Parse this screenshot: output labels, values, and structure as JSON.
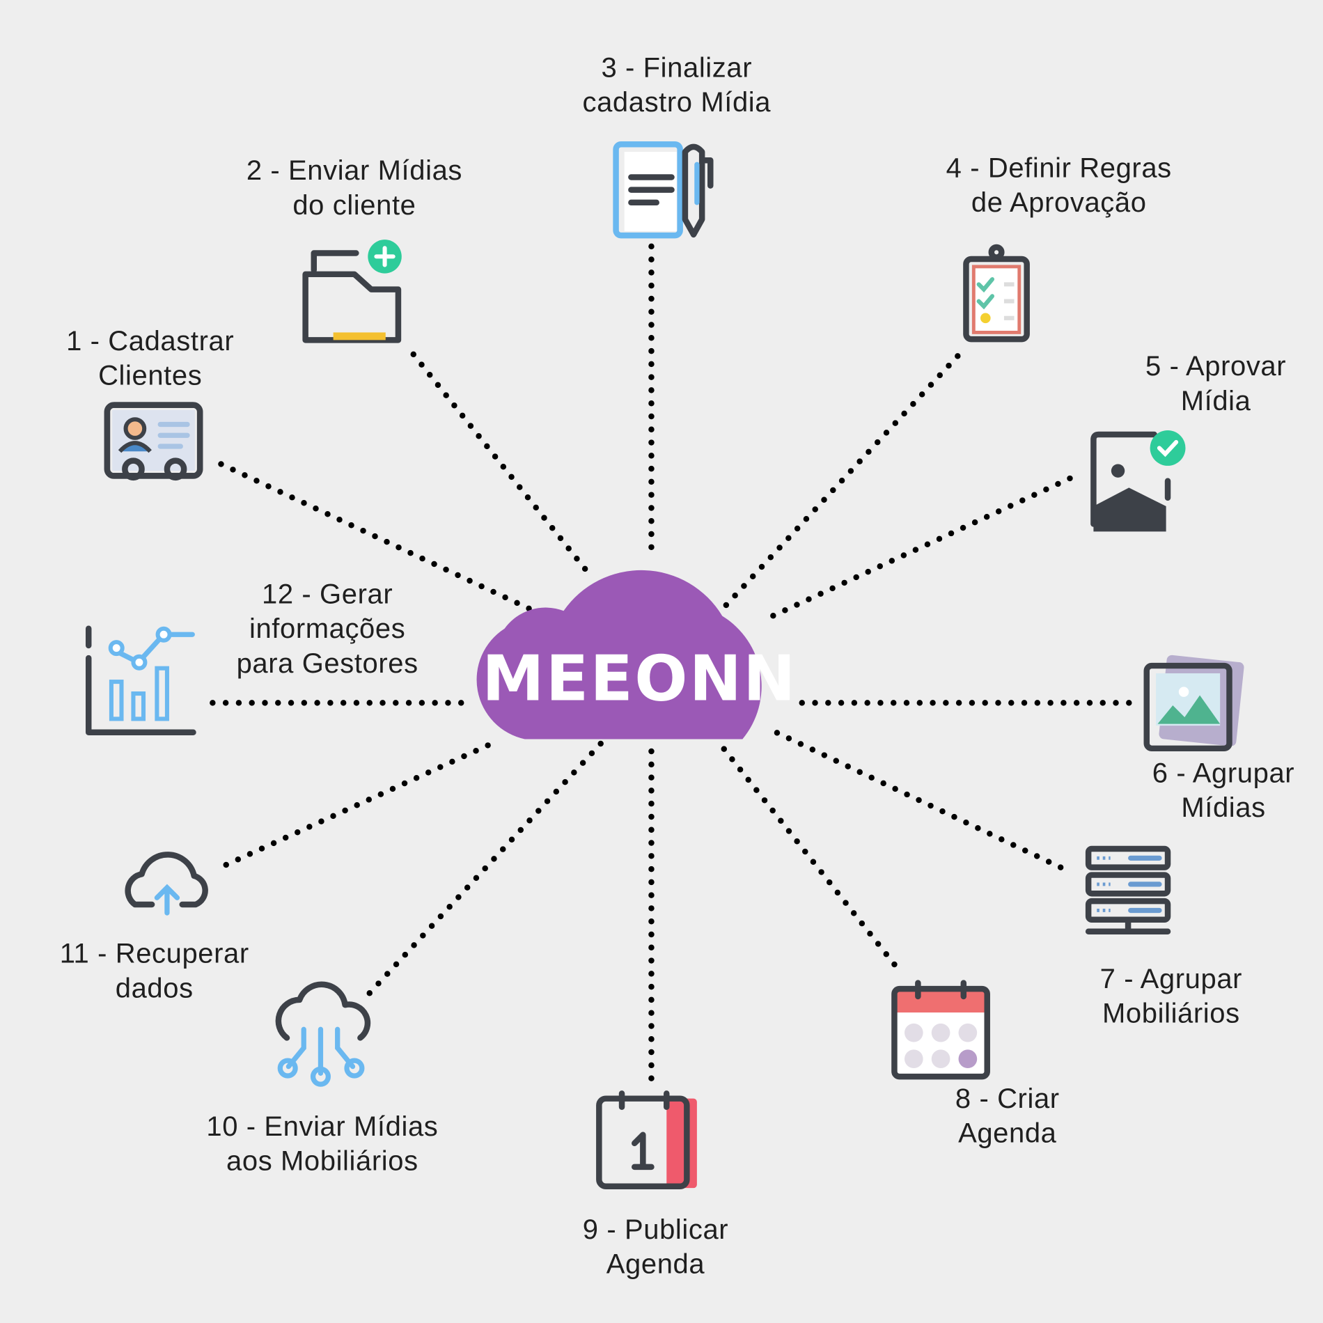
{
  "center": {
    "logo": "MEEONN",
    "color": "#9b59b6"
  },
  "steps": [
    {
      "lines": [
        "1 - Cadastrar",
        "Clientes"
      ],
      "icon": "id-card-icon"
    },
    {
      "lines": [
        "2 - Enviar Mídias",
        "do cliente"
      ],
      "icon": "folder-add-icon"
    },
    {
      "lines": [
        "3 - Finalizar",
        "cadastro Mídia"
      ],
      "icon": "document-pen-icon"
    },
    {
      "lines": [
        "4 - Definir Regras",
        "de Aprovação"
      ],
      "icon": "clipboard-checklist-icon"
    },
    {
      "lines": [
        "5 - Aprovar",
        "Mídia"
      ],
      "icon": "image-check-icon"
    },
    {
      "lines": [
        "6 - Agrupar",
        "Mídias"
      ],
      "icon": "image-stack-icon"
    },
    {
      "lines": [
        "7 - Agrupar",
        "Mobiliários"
      ],
      "icon": "server-icon"
    },
    {
      "lines": [
        "8 - Criar",
        "Agenda"
      ],
      "icon": "calendar-icon"
    },
    {
      "lines": [
        "9 - Publicar",
        "Agenda"
      ],
      "icon": "calendar-day-icon"
    },
    {
      "lines": [
        "10 - Enviar Mídias",
        "aos Mobiliários"
      ],
      "icon": "cloud-network-icon"
    },
    {
      "lines": [
        "11 - Recuperar",
        "dados"
      ],
      "icon": "cloud-upload-icon"
    },
    {
      "lines": [
        "12 - Gerar",
        "informações",
        "para Gestores"
      ],
      "icon": "chart-icon"
    }
  ]
}
